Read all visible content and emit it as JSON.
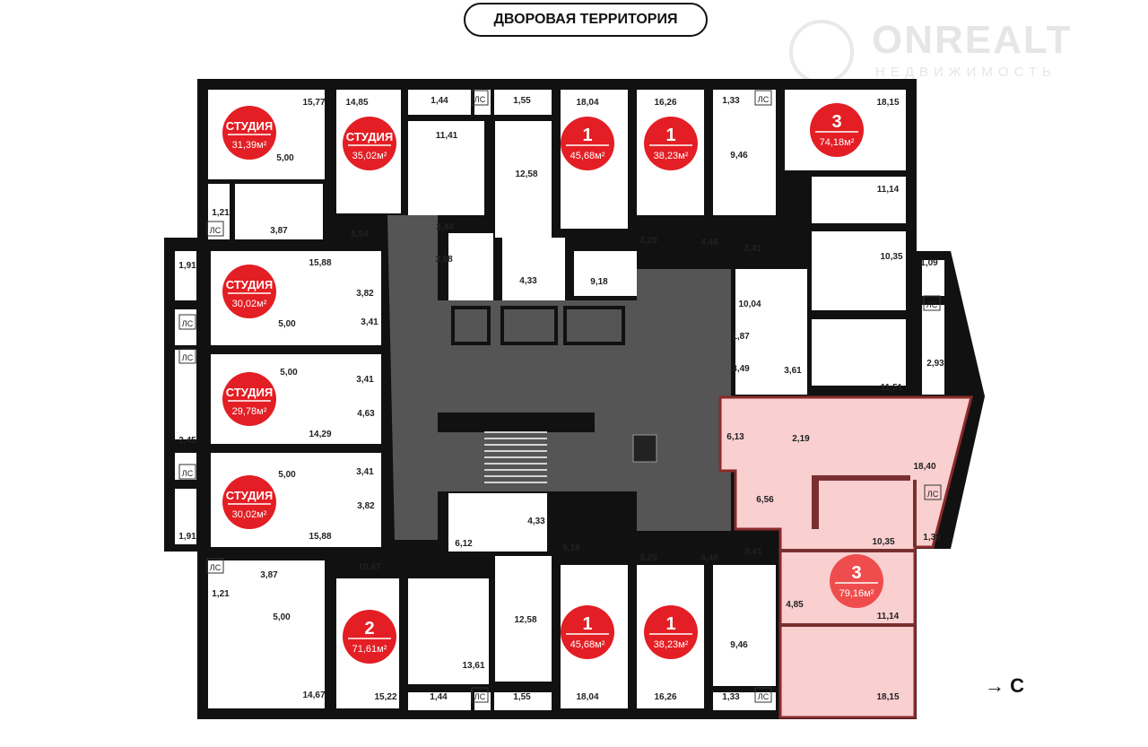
{
  "header": {
    "courtyard_label": "ДВОРОВАЯ ТЕРРИТОРИЯ"
  },
  "watermark": {
    "brand": "ONREALT",
    "tagline": "НЕДВИЖИМОСТЬ"
  },
  "compass": {
    "arrow": "→",
    "direction": "С"
  },
  "colors": {
    "badge": "#e31e24",
    "badge_highlight": "#ef4d4d",
    "wall": "#111111",
    "core": "#555555",
    "highlight": "#f9cfd0",
    "highlight_border": "#8a2a2a"
  },
  "apartments": [
    {
      "type": "СТУДИЯ",
      "area": "31,39м²"
    },
    {
      "type": "СТУДИЯ",
      "area": "35,02м²"
    },
    {
      "type": "1",
      "area": "45,68м²"
    },
    {
      "type": "1",
      "area": "38,23м²"
    },
    {
      "type": "3",
      "area": "74,18м²"
    },
    {
      "type": "СТУДИЯ",
      "area": "30,02м²"
    },
    {
      "type": "СТУДИЯ",
      "area": "29,78м²"
    },
    {
      "type": "СТУДИЯ",
      "area": "30,02м²"
    },
    {
      "type": "2",
      "area": "71,61м²"
    },
    {
      "type": "1",
      "area": "45,68м²"
    },
    {
      "type": "1",
      "area": "38,23м²"
    },
    {
      "type": "3",
      "area": "79,16м²",
      "highlighted": true
    }
  ],
  "room_labels": [
    "15,77",
    "14,85",
    "1,44",
    "ЛС",
    "1,55",
    "18,04",
    "16,26",
    "1,33",
    "ЛС",
    "18,15",
    "11,41",
    "12,58",
    "5,00",
    "9,46",
    "11,14",
    "1,21",
    "ЛС",
    "3,87",
    "5,54",
    "3,44",
    "3,29",
    "4,48",
    "3,41",
    "1,91",
    "15,88",
    "3,88",
    "4,33",
    "9,18",
    "10,35",
    "1,09",
    "3,82",
    "ЛС",
    "5,00",
    "3,41",
    "10,04",
    "ЛС",
    "1,87",
    "ЛС",
    "3,49",
    "3,61",
    "2,93",
    "5,00",
    "3,41",
    "11,51",
    "4,63",
    "6,13",
    "2,19",
    "14,29",
    "2,45",
    "18,40",
    "ЛС",
    "5,00",
    "3,41",
    "6,56",
    "ЛС",
    "3,82",
    "15,88",
    "4,33",
    "1,91",
    "9,18",
    "6,12",
    "10,35",
    "1,39",
    "ЛС",
    "3,87",
    "10,47",
    "3,29",
    "4,48",
    "3,41",
    "1,21",
    "5,00",
    "4,85",
    "11,14",
    "9,46",
    "12,58",
    "13,61",
    "14,67",
    "15,22",
    "1,44",
    "ЛС",
    "1,55",
    "18,04",
    "16,26",
    "1,33",
    "ЛС",
    "18,15"
  ]
}
